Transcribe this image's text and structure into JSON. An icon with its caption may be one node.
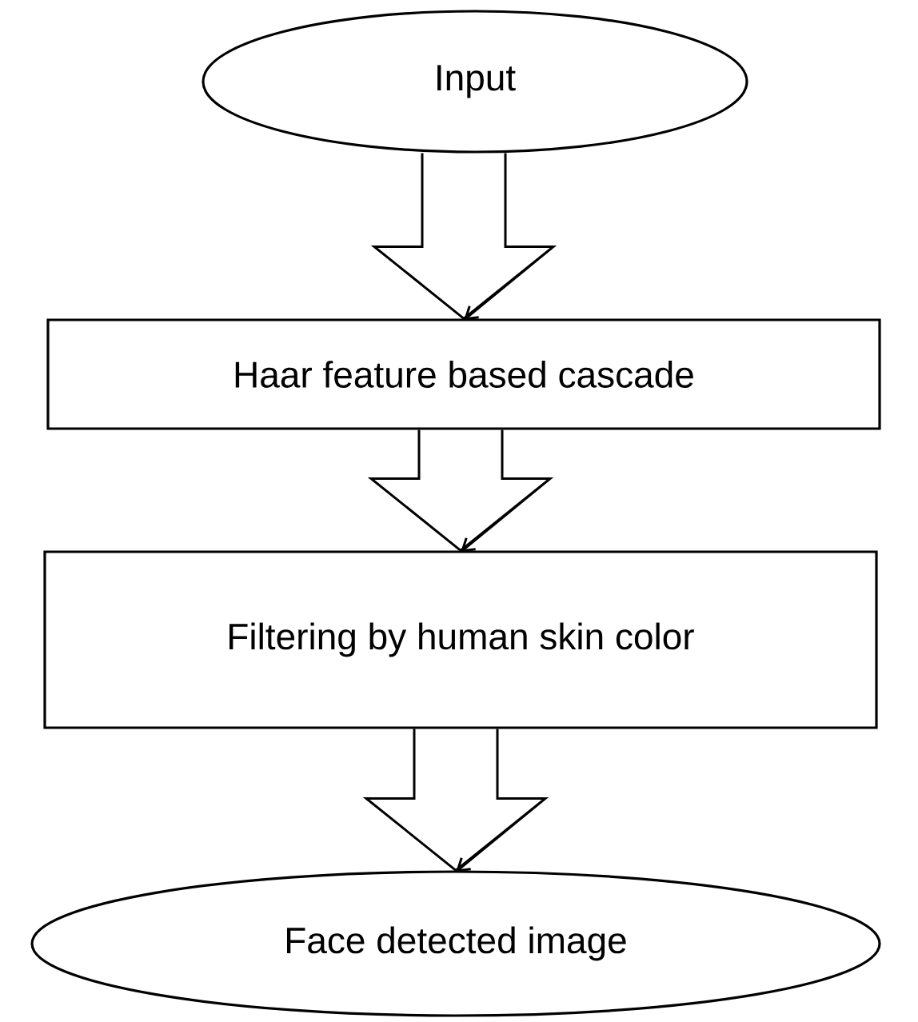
{
  "diagram": {
    "nodes": [
      {
        "text": [
          "Input"
        ]
      },
      {
        "text": [
          "Haar feature based cascade"
        ]
      },
      {
        "text": [
          "Filtering by human skin color"
        ]
      },
      {
        "text": [
          "Face detected image"
        ]
      }
    ],
    "edges": [
      {
        "from": 0,
        "to": 1,
        "arrow": "to"
      },
      {
        "from": 1,
        "to": 2,
        "arrow": "to"
      },
      {
        "from": 2,
        "to": 3,
        "arrow": "to"
      }
    ]
  }
}
